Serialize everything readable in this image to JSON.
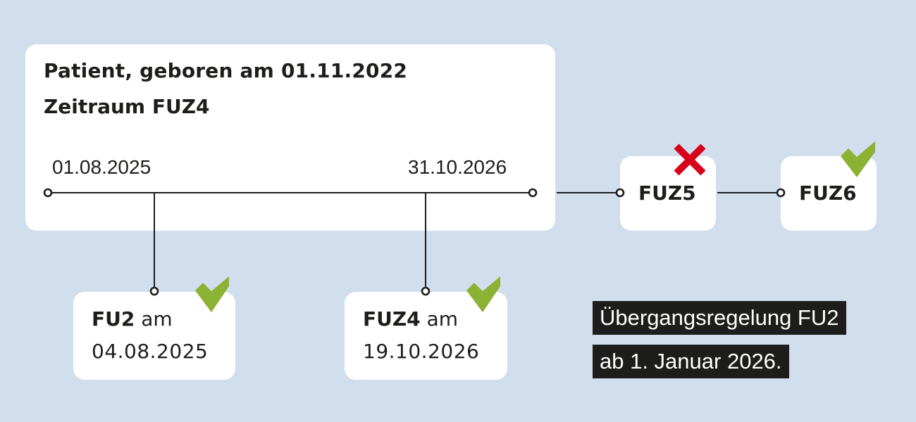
{
  "header": {
    "title": "Patient, geboren am 01.11.2022",
    "period_label": "Zeitraum FUZ4"
  },
  "timeline": {
    "start_date": "01.08.2025",
    "end_date": "31.10.2026"
  },
  "exams": [
    {
      "name": "FU2",
      "connector": "am",
      "date": "04.08.2025",
      "status": "check-icon"
    },
    {
      "name": "FUZ4",
      "connector": "am",
      "date": "19.10.2026",
      "status": "check-icon"
    }
  ],
  "next_periods": [
    {
      "name": "FUZ5",
      "status": "cross-icon"
    },
    {
      "name": "FUZ6",
      "status": "check-icon"
    }
  ],
  "note": {
    "line1": "Übergangsregelung FU2",
    "line2": "ab 1. Januar 2026."
  },
  "colors": {
    "background": "#d1deee",
    "check": "#8bb232",
    "cross": "#d9001b",
    "text": "#1d1d1b"
  }
}
